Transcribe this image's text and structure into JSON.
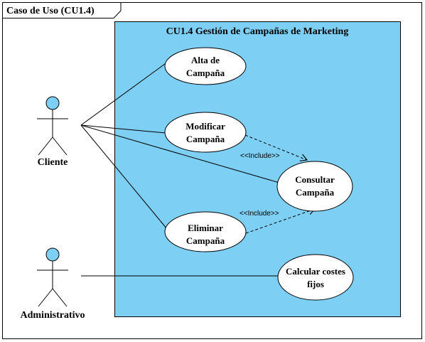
{
  "frame": {
    "label": "Caso de Uso (CU1.4)"
  },
  "system": {
    "title": "CU1.4 Gestión de Campañas de Marketing",
    "fill_color": "#7ecff4"
  },
  "actors": [
    {
      "id": "cliente",
      "name": "Cliente",
      "head_color": "#7ecff4"
    },
    {
      "id": "administrativo",
      "name": "Administrativo",
      "head_color": "#7ecff4"
    }
  ],
  "use_cases": [
    {
      "id": "alta",
      "lines": [
        "Alta de",
        "Campaña"
      ]
    },
    {
      "id": "modificar",
      "lines": [
        "Modificar",
        "Campaña"
      ]
    },
    {
      "id": "consultar",
      "lines": [
        "Consultar",
        "Campaña"
      ]
    },
    {
      "id": "eliminar",
      "lines": [
        "Eliminar",
        "Campaña"
      ]
    },
    {
      "id": "calcular",
      "lines": [
        "Calcular costes",
        "fijos"
      ]
    }
  ],
  "associations": [
    {
      "from": "cliente",
      "to": "alta"
    },
    {
      "from": "cliente",
      "to": "modificar"
    },
    {
      "from": "cliente",
      "to": "consultar"
    },
    {
      "from": "cliente",
      "to": "eliminar"
    },
    {
      "from": "administrativo",
      "to": "calcular"
    }
  ],
  "includes": [
    {
      "from": "modificar",
      "to": "consultar",
      "label": "<<Include>>"
    },
    {
      "from": "eliminar",
      "to": "consultar",
      "label": "<<Include>>"
    }
  ]
}
